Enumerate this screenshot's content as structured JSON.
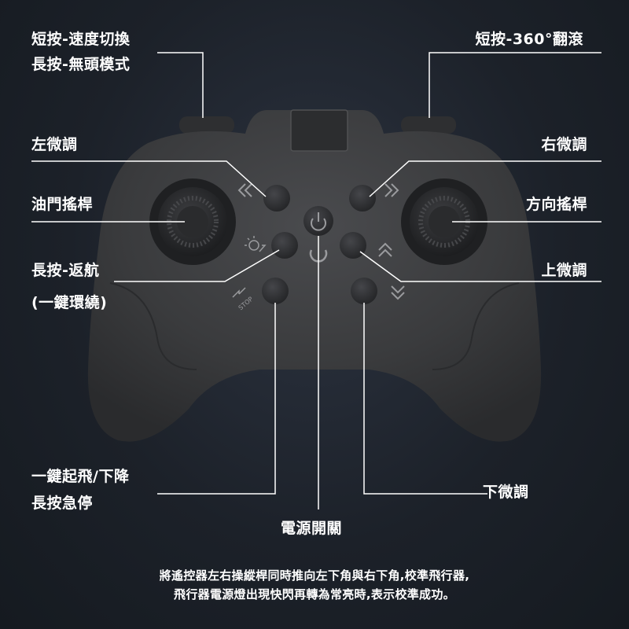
{
  "labels": {
    "speed_short": "短按-速度切換",
    "headless_long": "長按-無頭模式",
    "flip_short": "短按-360°翻滾",
    "left_trim": "左微調",
    "right_trim": "右微調",
    "throttle_stick": "油門搖桿",
    "direction_stick": "方向搖桿",
    "return_long": "長按-返航",
    "orbit": "(一鍵環繞)",
    "up_trim": "上微調",
    "takeoff_land": "一鍵起飛/下降",
    "emergency_stop": "長按急停",
    "down_trim": "下微調",
    "power_switch": "電源開關"
  },
  "footer": {
    "line1": "將遙控器左右操縱桿同時推向左下角與右下角,校準飛行器,",
    "line2": "飛行器電源燈出現快閃再轉為常亮時,表示校準成功。"
  },
  "colors": {
    "background": "#1c2129",
    "controller_body": "#3a3b3d",
    "button": "#2f3032",
    "line": "#ffffff"
  },
  "icons": {
    "left_trim": "double-chevron-left-icon",
    "right_trim": "double-chevron-right-icon",
    "up_trim": "chevron-up-icon",
    "down_trim": "double-chevron-down-icon",
    "return_home": "return-home-icon",
    "stop": "stop-arrows-icon",
    "power": "power-icon"
  }
}
